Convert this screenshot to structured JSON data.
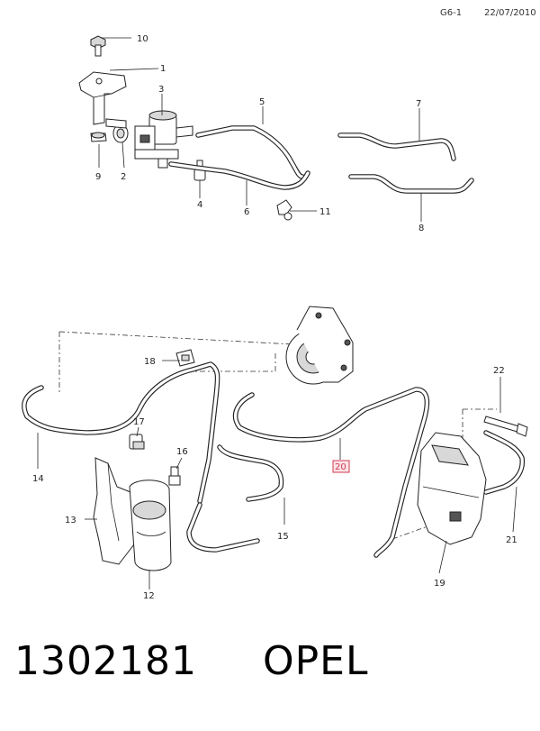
{
  "header": {
    "sheet": "G6-1",
    "date": "22/07/2010"
  },
  "footer": {
    "part_number": "1302181",
    "brand": "OPEL"
  },
  "callouts": [
    "10",
    "1",
    "3",
    "5",
    "7",
    "9",
    "2",
    "4",
    "6",
    "11",
    "8",
    "18",
    "22",
    "17",
    "16",
    "14",
    "20",
    "13",
    "15",
    "21",
    "19",
    "12"
  ],
  "highlighted_callout": "20",
  "colors": {
    "highlight": "#d23b52",
    "highlight_fill": "#fbe3e6",
    "line": "#222222"
  }
}
